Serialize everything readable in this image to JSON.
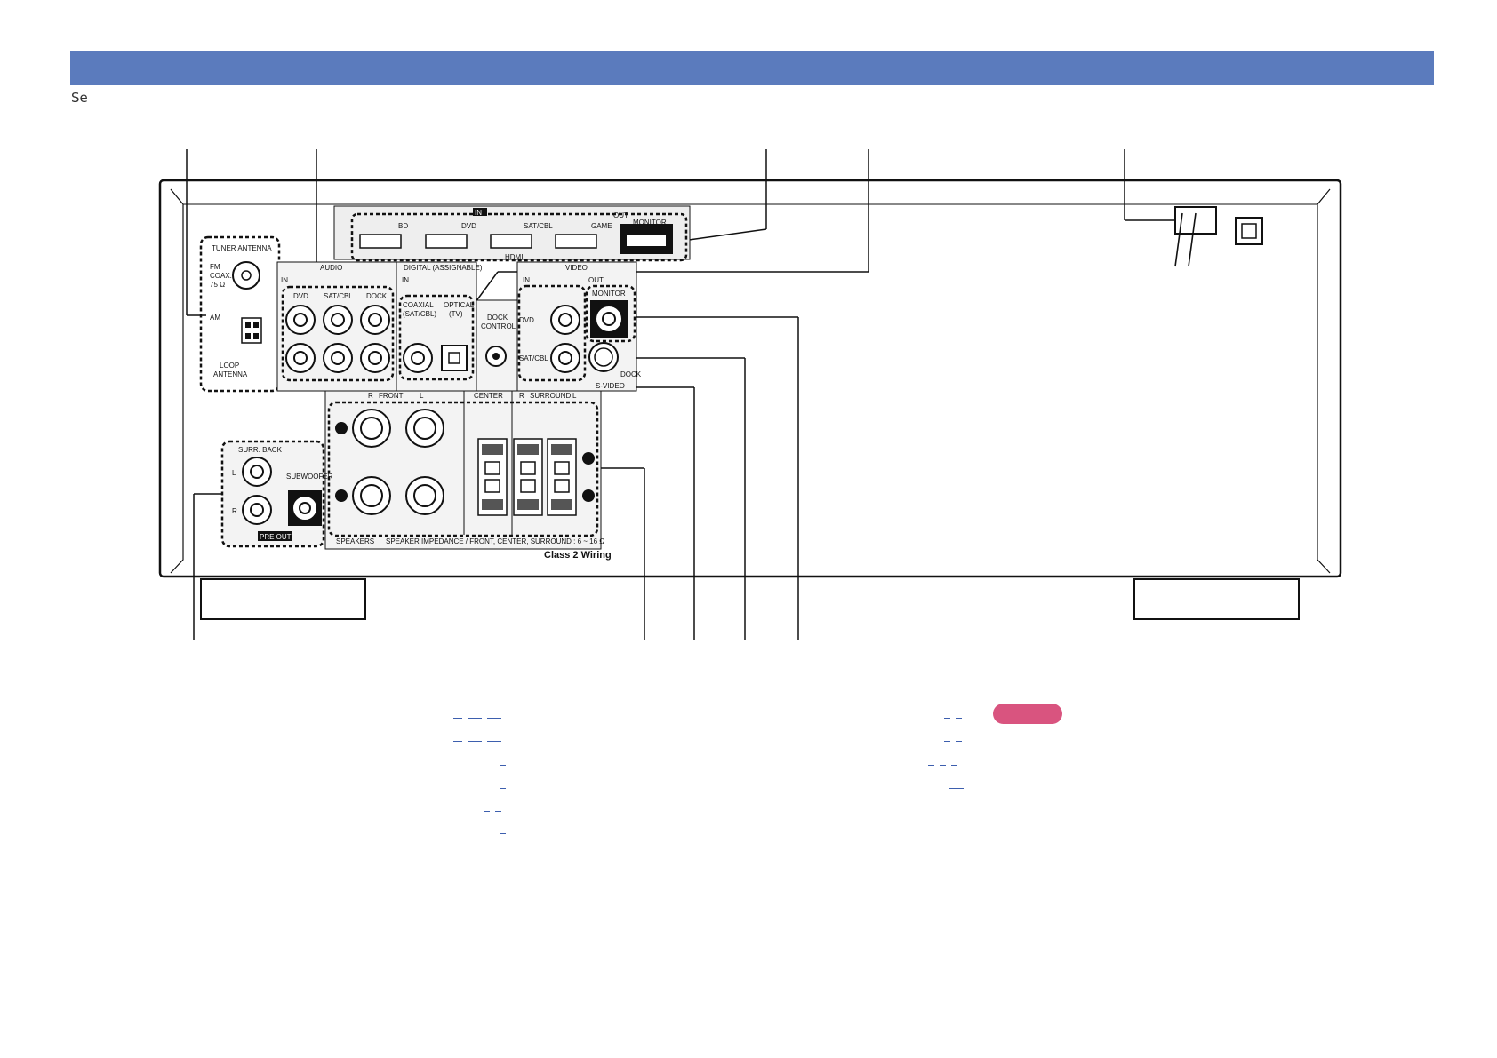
{
  "header": {
    "title": ""
  },
  "intro": {
    "text": "Se"
  },
  "panel": {
    "hdmi": {
      "in_badge": "IN",
      "out_badge": "OUT",
      "inputs": [
        "BD",
        "DVD",
        "SAT/CBL",
        "GAME"
      ],
      "monitor": "MONITOR",
      "group": "HDMI"
    },
    "tuner": {
      "title": "TUNER ANTENNA",
      "fm": "FM",
      "coax": "COAX.",
      "ohm": "75 Ω",
      "am": "AM",
      "loop": "LOOP",
      "antenna": "ANTENNA"
    },
    "audio": {
      "title": "AUDIO",
      "in_badge": "IN",
      "inputs": [
        "DVD",
        "SAT/CBL",
        "DOCK"
      ]
    },
    "digital": {
      "title": "DIGITAL (ASSIGNABLE)",
      "in_badge": "IN",
      "coaxial": "COAXIAL",
      "coaxial_sub": "(SAT/CBL)",
      "optical": "OPTICAL",
      "optical_sub": "(TV)"
    },
    "dock_control": {
      "line1": "DOCK",
      "line2": "CONTROL"
    },
    "video": {
      "title": "VIDEO",
      "in_badge": "IN",
      "out_badge": "OUT",
      "inputs": [
        "DVD",
        "SAT/CBL"
      ],
      "monitor": "MONITOR",
      "dock": "DOCK",
      "svideo": "S-VIDEO"
    },
    "speakers": {
      "front": "FRONT",
      "center": "CENTER",
      "surround": "SURROUND",
      "r": "R",
      "l": "L",
      "label": "SPEAKERS",
      "impedance": "SPEAKER IMPEDANCE / FRONT, CENTER, SURROUND : 6 ~ 16 Ω",
      "class2": "Class 2 Wiring"
    },
    "preout": {
      "surr_back": "SURR. BACK",
      "subwoofer": "SUBWOOFER",
      "l": "L",
      "r": "R",
      "label": "PRE OUT"
    }
  }
}
